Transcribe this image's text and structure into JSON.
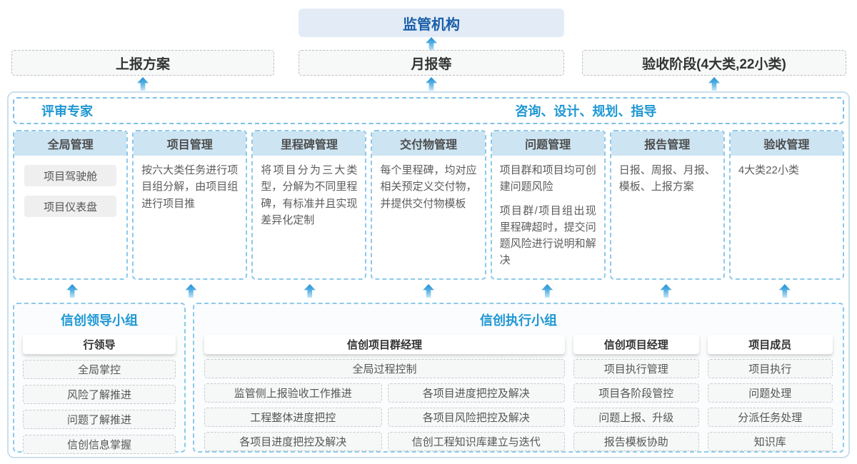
{
  "top": {
    "regulator": "监管机构",
    "channels": [
      "上报方案",
      "月报等",
      "验收阶段(4大类,22小类)"
    ]
  },
  "platform": {
    "left_title": "评审专家",
    "right_title": "咨询、设计、规划、指导",
    "modules": [
      {
        "title": "全局管理",
        "pills": [
          "项目驾驶舱",
          "项目仪表盘"
        ]
      },
      {
        "title": "项目管理",
        "paragraphs": [
          "按六大类任务进行项目组分解，由项目组进行项目推"
        ]
      },
      {
        "title": "里程碑管理",
        "paragraphs": [
          "将项目分为三大类型，分解为不同里程碑，有标准并且实现差异化定制"
        ]
      },
      {
        "title": "交付物管理",
        "paragraphs": [
          "每个里程碑，均对应相关预定义交付物，并提供交付物模板"
        ]
      },
      {
        "title": "问题管理",
        "paragraphs": [
          "项目群和项目均可创建问题风险",
          "项目群/项目组出现里程碑超时，提交问题风险进行说明和解决"
        ]
      },
      {
        "title": "报告管理",
        "paragraphs": [
          "日报、周报、月报、模板、上报方案"
        ]
      },
      {
        "title": "验收管理",
        "paragraphs": [
          "4大类22小类"
        ]
      }
    ]
  },
  "teams": {
    "leader_group": {
      "title": "信创领导小组",
      "role": "行领导",
      "items": [
        "全局掌控",
        "风险了解推进",
        "问题了解推进",
        "信创信息掌握"
      ]
    },
    "exec_group": {
      "title": "信创执行小组",
      "program_manager": {
        "role": "信创项目群经理",
        "full_item": "全局过程控制",
        "left_items": [
          "监管侧上报验收工作推进",
          "工程整体进度把控",
          "各项目进度把控及解决"
        ],
        "right_items": [
          "各项目进度把控及解决",
          "各项目风险把控及解决",
          "信创工程知识库建立与迭代"
        ]
      },
      "project_manager": {
        "role": "信创项目经理",
        "items": [
          "项目执行管理",
          "项目各阶段管控",
          "问题上报、升级",
          "报告模板协助"
        ]
      },
      "member": {
        "role": "项目成员",
        "items": [
          "项目执行",
          "问题处理",
          "分派任务处理",
          "知识库"
        ]
      }
    }
  },
  "colors": {
    "title_blue": "#1e97d4",
    "regulator_text_blue": "#1a5fa9",
    "regulator_bg": "#e3ecf6",
    "module_header_bg": "#cde4f2",
    "blue_dashed_border": "#8ccaeb",
    "frame_border": "#cbdfee",
    "gray_pill_bg": "#efefef",
    "arrow_blue": "#1f90d3"
  }
}
